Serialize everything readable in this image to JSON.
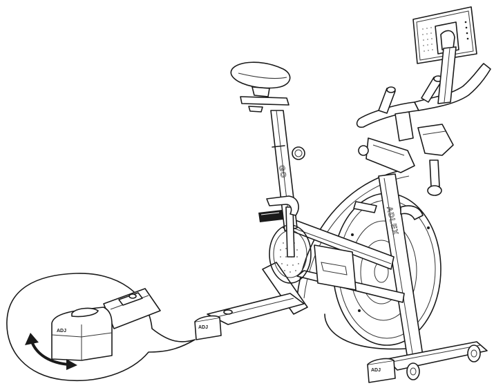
{
  "diagram": {
    "subject": "Indoor exercise spin bike line illustration",
    "callout": {
      "shape": "speech-bubble",
      "detail": "Front stabilizer foot leveler",
      "instruction_symbol": "double-headed curved rotation arrow"
    },
    "labels": {
      "frame_brand_text": "ADLEX",
      "seat_post_text": "GO",
      "foot_label_callout": "ADJ",
      "foot_label_front": "ADJ",
      "foot_label_rear": "ADJ"
    },
    "components": [
      "console-screen",
      "handlebars",
      "saddle",
      "seat-post",
      "seat-adjust-knob",
      "water-bottle-holders",
      "flywheel",
      "crank-and-pedal",
      "frame",
      "front-stabilizer",
      "rear-stabilizer",
      "transport-wheels",
      "leveling-feet"
    ],
    "colors": {
      "line": "#1a1a1a",
      "background": "#ffffff"
    }
  }
}
